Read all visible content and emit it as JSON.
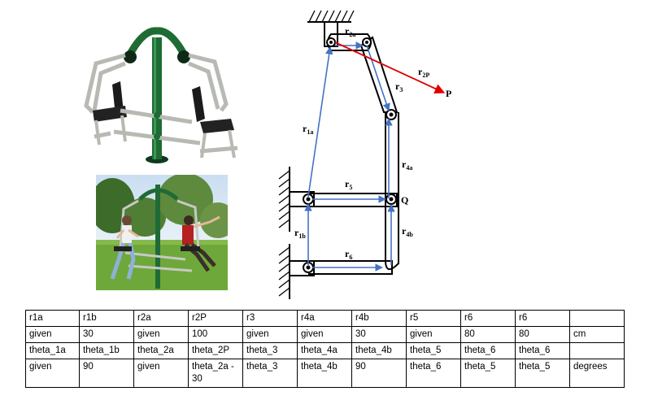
{
  "figure": {
    "photos": [
      {
        "name": "outdoor-chest-press-equipment-photo"
      },
      {
        "name": "people-using-equipment-photo"
      }
    ],
    "diagram": {
      "link_labels": [
        {
          "name": "r2a-label",
          "main": "r",
          "sub": "2a"
        },
        {
          "name": "r2P-label",
          "main": "r",
          "sub": "2P"
        },
        {
          "name": "r3-label",
          "main": "r",
          "sub": "3"
        },
        {
          "name": "r1a-label",
          "main": "r",
          "sub": "1a"
        },
        {
          "name": "r4a-label",
          "main": "r",
          "sub": "4a"
        },
        {
          "name": "r5-label",
          "main": "r",
          "sub": "5"
        },
        {
          "name": "r1b-label",
          "main": "r",
          "sub": "1b"
        },
        {
          "name": "r4b-label",
          "main": "r",
          "sub": "4b"
        },
        {
          "name": "r6-label",
          "main": "r",
          "sub": "6"
        }
      ],
      "point_labels": {
        "P": "P",
        "Q": "Q"
      },
      "colors": {
        "vector": "#4472c4",
        "force": "#e00000",
        "link": "#000000"
      }
    }
  },
  "table": {
    "rows": [
      [
        "r1a",
        "r1b",
        "r2a",
        "r2P",
        "r3",
        "r4a",
        "r4b",
        "r5",
        "r6",
        "r6",
        ""
      ],
      [
        "given",
        "30",
        "given",
        "100",
        "given",
        "given",
        "30",
        "given",
        "80",
        "80",
        "cm"
      ],
      [
        "theta_1a",
        "theta_1b",
        "theta_2a",
        "theta_2P",
        "theta_3",
        "theta_4a",
        "theta_4b",
        "theta_5",
        "theta_6",
        "theta_6",
        ""
      ],
      [
        "given",
        "90",
        "given",
        "theta_2a - 30",
        "theta_3",
        "theta_4b",
        "90",
        "theta_6",
        "theta_5",
        "theta_5",
        "degrees"
      ]
    ]
  }
}
